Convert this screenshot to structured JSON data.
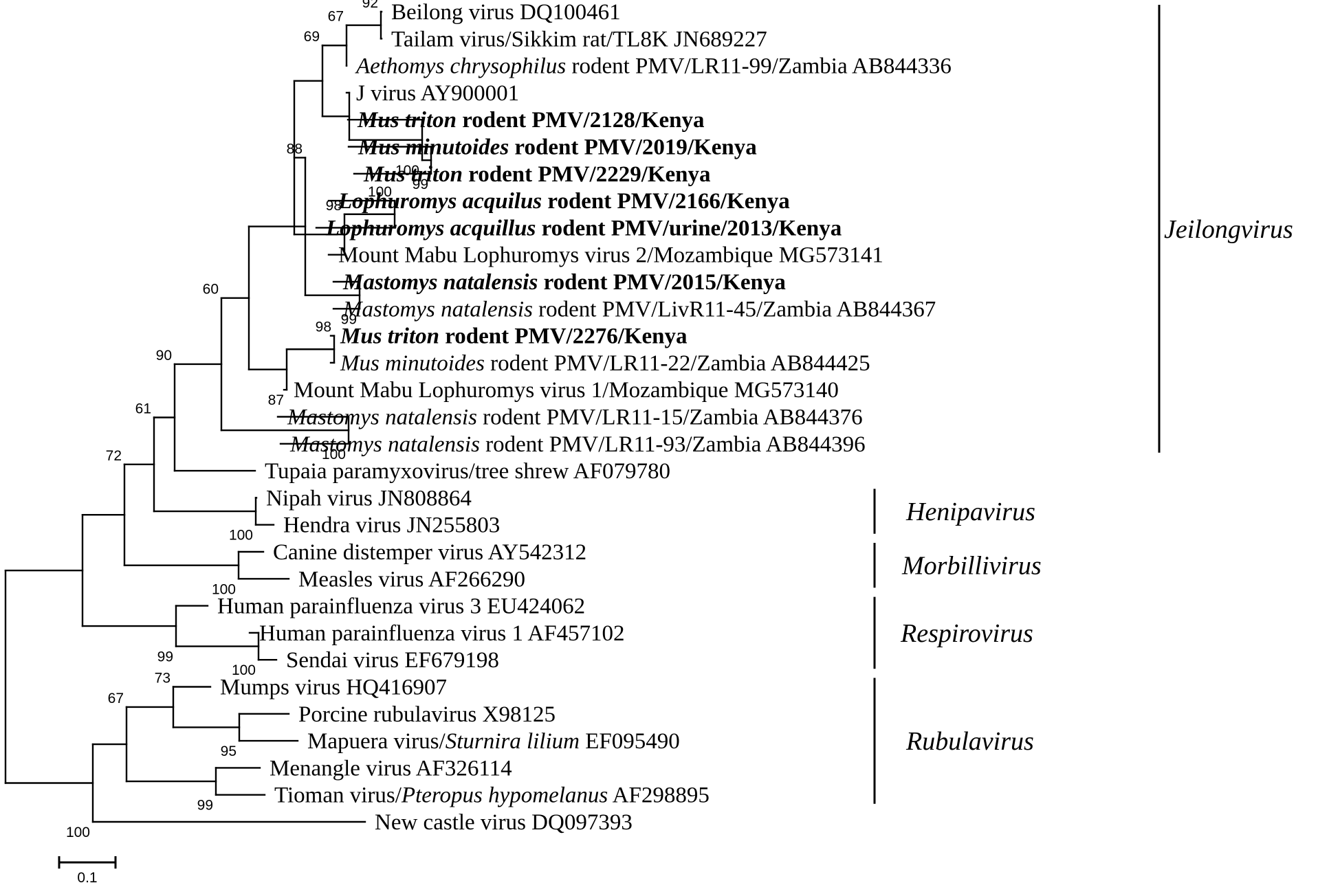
{
  "tree": {
    "leaves": [
      {
        "id": "L1",
        "parts": [
          {
            "t": "Beilong virus DQ100461"
          }
        ]
      },
      {
        "id": "L2",
        "parts": [
          {
            "t": "Tailam virus/Sikkim rat/TL8K JN689227"
          }
        ]
      },
      {
        "id": "L3",
        "parts": [
          {
            "t": "Aethomys chrysophilus",
            "i": true
          },
          {
            "t": " rodent PMV/LR11-99/Zambia AB844336"
          }
        ]
      },
      {
        "id": "L4",
        "parts": [
          {
            "t": "J virus AY900001"
          }
        ]
      },
      {
        "id": "L5",
        "bold": true,
        "parts": [
          {
            "t": "Mus triton",
            "i": true
          },
          {
            "t": " rodent PMV/2128/Kenya"
          }
        ]
      },
      {
        "id": "L6",
        "bold": true,
        "parts": [
          {
            "t": "Mus minutoides",
            "i": true
          },
          {
            "t": " rodent PMV/2019/Kenya"
          }
        ]
      },
      {
        "id": "L7",
        "bold": true,
        "parts": [
          {
            "t": "Mus triton",
            "i": true
          },
          {
            "t": " rodent PMV/2229/Kenya"
          }
        ]
      },
      {
        "id": "L8",
        "bold": true,
        "parts": [
          {
            "t": "Lophuromys acquilus",
            "i": true
          },
          {
            "t": " rodent PMV/2166/Kenya"
          }
        ]
      },
      {
        "id": "L9",
        "bold": true,
        "parts": [
          {
            "t": "Lophuromys acquillus",
            "i": true
          },
          {
            "t": " rodent PMV/urine/2013/Kenya"
          }
        ]
      },
      {
        "id": "L10",
        "parts": [
          {
            "t": "Mount Mabu Lophuromys virus 2/Mozambique MG573141"
          }
        ]
      },
      {
        "id": "L11",
        "bold": true,
        "parts": [
          {
            "t": "Mastomys natalensis",
            "i": true
          },
          {
            "t": " rodent PMV/2015/Kenya"
          }
        ]
      },
      {
        "id": "L12",
        "parts": [
          {
            "t": "Mastomys natalensis",
            "i": true
          },
          {
            "t": " rodent PMV/LivR11-45/Zambia AB844367"
          }
        ]
      },
      {
        "id": "L13",
        "bold": true,
        "parts": [
          {
            "t": "Mus triton",
            "i": true
          },
          {
            "t": " rodent PMV/2276/Kenya"
          }
        ]
      },
      {
        "id": "L14",
        "parts": [
          {
            "t": "Mus minutoides",
            "i": true
          },
          {
            "t": " rodent PMV/LR11-22/Zambia AB844425"
          }
        ]
      },
      {
        "id": "L15",
        "parts": [
          {
            "t": "Mount Mabu Lophuromys virus 1/Mozambique MG573140"
          }
        ]
      },
      {
        "id": "L16",
        "parts": [
          {
            "t": "Mastomys natalensis",
            "i": true
          },
          {
            "t": " rodent PMV/LR11-15/Zambia AB844376"
          }
        ]
      },
      {
        "id": "L17",
        "parts": [
          {
            "t": "Mastomys natalensis",
            "i": true
          },
          {
            "t": " rodent PMV/LR11-93/Zambia AB844396"
          }
        ]
      },
      {
        "id": "L18",
        "parts": [
          {
            "t": "Tupaia paramyxovirus/tree shrew AF079780"
          }
        ]
      },
      {
        "id": "L19",
        "parts": [
          {
            "t": "Nipah virus JN808864"
          }
        ]
      },
      {
        "id": "L20",
        "parts": [
          {
            "t": "Hendra virus JN255803"
          }
        ]
      },
      {
        "id": "L21",
        "parts": [
          {
            "t": "Canine distemper virus AY542312"
          }
        ]
      },
      {
        "id": "L22",
        "parts": [
          {
            "t": "Measles virus AF266290"
          }
        ]
      },
      {
        "id": "L23",
        "parts": [
          {
            "t": "Human parainfluenza virus 3 EU424062"
          }
        ]
      },
      {
        "id": "L24",
        "parts": [
          {
            "t": "Human parainfluenza virus 1 AF457102"
          }
        ]
      },
      {
        "id": "L25",
        "parts": [
          {
            "t": "Sendai virus EF679198"
          }
        ]
      },
      {
        "id": "L26",
        "parts": [
          {
            "t": "Mumps virus HQ416907"
          }
        ]
      },
      {
        "id": "L27",
        "parts": [
          {
            "t": "Porcine rubulavirus X98125"
          }
        ]
      },
      {
        "id": "L28",
        "parts": [
          {
            "t": "Mapuera virus/"
          },
          {
            "t": "Sturnira lilium",
            "i": true
          },
          {
            "t": " EF095490"
          }
        ]
      },
      {
        "id": "L29",
        "parts": [
          {
            "t": "Menangle virus AF326114"
          }
        ]
      },
      {
        "id": "L30",
        "parts": [
          {
            "t": "Tioman virus/"
          },
          {
            "t": "Pteropus hypomelanus",
            "i": true
          },
          {
            "t": " AF298895"
          }
        ]
      },
      {
        "id": "L31",
        "parts": [
          {
            "t": "New castle virus DQ097393"
          }
        ]
      }
    ],
    "bootstrap": [
      {
        "node": "n_bei_tai",
        "value": "92"
      },
      {
        "node": "n_top3",
        "value": "67"
      },
      {
        "node": "n_top_group",
        "value": "69"
      },
      {
        "node": "n_mus_min_tri",
        "value": "99"
      },
      {
        "node": "n_mus3",
        "value": "100"
      },
      {
        "node": "n_loph2",
        "value": "100"
      },
      {
        "node": "n_loph3",
        "value": "98"
      },
      {
        "node": "n_mast2",
        "value": "99"
      },
      {
        "node": "n_mus2276",
        "value": "98"
      },
      {
        "node": "n_mm1",
        "value": "87"
      },
      {
        "node": "n_cladeA",
        "value": "88"
      },
      {
        "node": "n_mast_zam",
        "value": "100"
      },
      {
        "node": "n_jeil",
        "value": "60"
      },
      {
        "node": "n_jeil_tup",
        "value": "90"
      },
      {
        "node": "n_jeil_heni",
        "value": "61"
      },
      {
        "node": "n_nip_hen",
        "value": "100"
      },
      {
        "node": "n_morb_etc",
        "value": "72"
      },
      {
        "node": "n_cdv_mea",
        "value": "100"
      },
      {
        "node": "n_hpiv1_sen",
        "value": "100"
      },
      {
        "node": "n_resp",
        "value": "99"
      },
      {
        "node": "n_rubA",
        "value": "73"
      },
      {
        "node": "n_por_map",
        "value": "95"
      },
      {
        "node": "n_rub",
        "value": "67"
      },
      {
        "node": "n_men_tio",
        "value": "99"
      },
      {
        "node": "n_root_rub",
        "value": "100"
      }
    ],
    "genera": [
      {
        "name": "Jeilongvirus",
        "from": "L1",
        "to": "L17"
      },
      {
        "name": "Henipavirus",
        "from": "L19",
        "to": "L20"
      },
      {
        "name": "Morbillivirus",
        "from": "L21",
        "to": "L22"
      },
      {
        "name": "Respirovirus",
        "from": "L23",
        "to": "L25"
      },
      {
        "name": "Rubulavirus",
        "from": "L26",
        "to": "L30"
      }
    ],
    "scale_bar": {
      "value": 0.1,
      "label": "0.1"
    }
  }
}
